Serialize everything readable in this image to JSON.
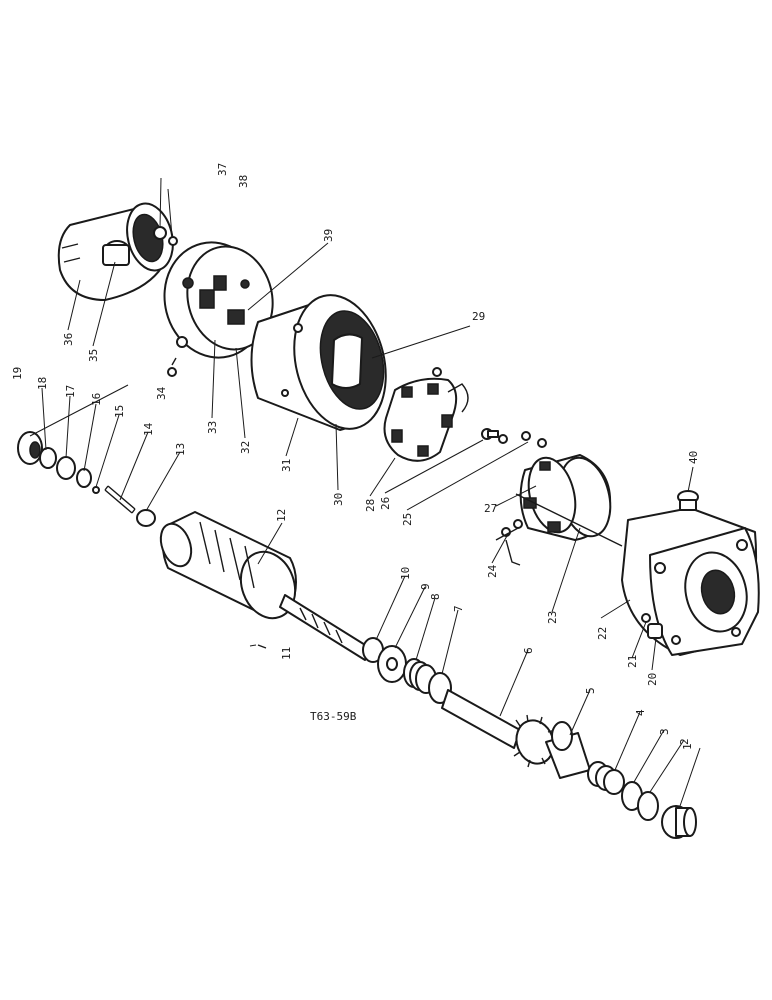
{
  "diagram": {
    "reference_code": "T63-59B",
    "callouts": [
      {
        "id": "1",
        "label": "1"
      },
      {
        "id": "2",
        "label": "2"
      },
      {
        "id": "3",
        "label": "3"
      },
      {
        "id": "4",
        "label": "4"
      },
      {
        "id": "5",
        "label": "5"
      },
      {
        "id": "6",
        "label": "6"
      },
      {
        "id": "7",
        "label": "7"
      },
      {
        "id": "8",
        "label": "8"
      },
      {
        "id": "9",
        "label": "9"
      },
      {
        "id": "10",
        "label": "10"
      },
      {
        "id": "11",
        "label": "11"
      },
      {
        "id": "12",
        "label": "12"
      },
      {
        "id": "13",
        "label": "13"
      },
      {
        "id": "14",
        "label": "14"
      },
      {
        "id": "15",
        "label": "15"
      },
      {
        "id": "16",
        "label": "16"
      },
      {
        "id": "17",
        "label": "17"
      },
      {
        "id": "18",
        "label": "18"
      },
      {
        "id": "19",
        "label": "19"
      },
      {
        "id": "20",
        "label": "20"
      },
      {
        "id": "21",
        "label": "21"
      },
      {
        "id": "22",
        "label": "22"
      },
      {
        "id": "23",
        "label": "23"
      },
      {
        "id": "24",
        "label": "24"
      },
      {
        "id": "25",
        "label": "25"
      },
      {
        "id": "26",
        "label": "26"
      },
      {
        "id": "27",
        "label": "27"
      },
      {
        "id": "28",
        "label": "28"
      },
      {
        "id": "29",
        "label": "29"
      },
      {
        "id": "30",
        "label": "30"
      },
      {
        "id": "31",
        "label": "31"
      },
      {
        "id": "32",
        "label": "32"
      },
      {
        "id": "33",
        "label": "33"
      },
      {
        "id": "34",
        "label": "34"
      },
      {
        "id": "35",
        "label": "35"
      },
      {
        "id": "36",
        "label": "36"
      },
      {
        "id": "37",
        "label": "37"
      },
      {
        "id": "38",
        "label": "38"
      },
      {
        "id": "39",
        "label": "39"
      },
      {
        "id": "40",
        "label": "40"
      }
    ]
  }
}
